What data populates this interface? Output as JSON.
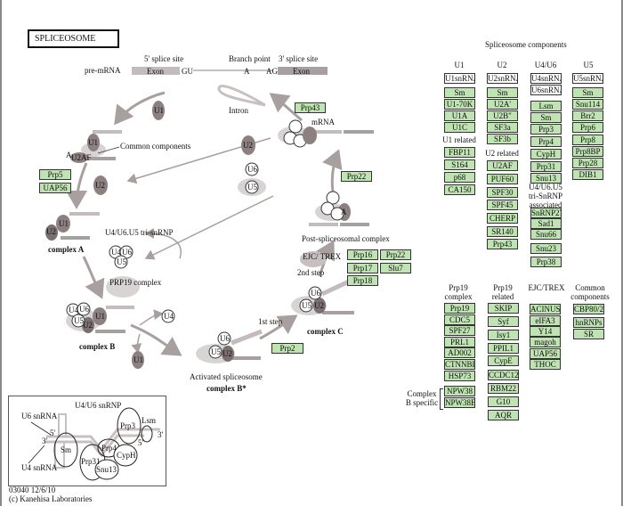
{
  "title": "SPLICEOSOME",
  "pre_mrna": {
    "label": "pre-mRNA",
    "five_prime_site": "5' splice site",
    "branch_point": "Branch point",
    "three_prime_site": "3' splice site",
    "exon1": "Exon",
    "exon2": "Exon",
    "gu": "GU",
    "a": "A",
    "ag": "AG"
  },
  "diagram": {
    "intron": "Intron",
    "mrna": "mRNA",
    "common_components": "Common components",
    "complex_a": "complex A",
    "complex_b": "complex B",
    "complex_c": "complex C",
    "complex_bstar": "complex B*",
    "activated": "Activated spliceosome",
    "tri_snrnp": "U4/U6.U5 tri-snRNP",
    "prp19_complex": "PRP19 complex",
    "post_spliceosomal": "Post-spliceosomal complex",
    "ejc_trex": "EJC/ TREX",
    "second_step": "2nd step",
    "first_step": "1st step",
    "snrnp": {
      "u1": "U1",
      "u2": "U2",
      "u4": "U4",
      "u5": "U5",
      "u6": "U6",
      "u2af": "U2AF",
      "a": "A"
    }
  },
  "diagram_genes": {
    "prp43": "Prp43",
    "prp22a": "Prp22",
    "prp5": "Prp5",
    "uap56": "UAP56",
    "prp16": "Prp16",
    "prp22b": "Prp22",
    "prp17": "Prp17",
    "slu7": "Slu7",
    "prp18": "Prp18",
    "prp2": "Prp2"
  },
  "components": {
    "title": "Spliceosome components",
    "u1": {
      "header": "U1",
      "rna": [
        "U1snRNA"
      ],
      "genes": [
        "Sm",
        "U1-70K",
        "U1A",
        "U1C"
      ],
      "related_label": "U1 related",
      "related": [
        "FBP11",
        "S164",
        "p68",
        "CA150"
      ]
    },
    "u2": {
      "header": "U2",
      "rna": [
        "U2snRNA"
      ],
      "genes": [
        "Sm",
        "U2A'",
        "U2B\"",
        "SF3a",
        "SF3b"
      ],
      "related_label": "U2 related",
      "related": [
        "U2AF",
        "PUF60",
        "SPF30",
        "SPF45",
        "CHERP",
        "SR140",
        "Prp43"
      ]
    },
    "u4u6": {
      "header": "U4/U6",
      "rna": [
        "U4snRNA",
        "U6snRNA"
      ],
      "genes": [
        "Lsm",
        "Sm",
        "Prp3",
        "Prp4",
        "CypH",
        "Prp31",
        "Snu13"
      ],
      "related_label": "U4/U6.U5 tri-SnRNP associated",
      "related": [
        "SnRNP27",
        "Sad1",
        "Snu66"
      ],
      "extra": [
        "Snu23",
        "Prp38"
      ]
    },
    "u5": {
      "header": "U5",
      "rna": [
        "U5snRNA"
      ],
      "genes": [
        "Sm",
        "Snu114",
        "Brr2",
        "Prp6",
        "Prp8",
        "Prp8BP",
        "Prp28",
        "DIB1"
      ]
    },
    "prp19": {
      "header": "Prp19 complex",
      "genes": [
        "Prp19",
        "CDC5",
        "SPF27",
        "PRL1",
        "AD002",
        "CTNNBL1",
        "HSP73"
      ],
      "specific_label": "Complex B specific",
      "specific": [
        "NPW38",
        "NPW38BP"
      ]
    },
    "prp19_related": {
      "header": "Prp19 related",
      "genes": [
        "SKIP",
        "Syf",
        "Isy1",
        "PPIL1",
        "CypE",
        "CCDC12",
        "RBM22",
        "G10",
        "AQR"
      ]
    },
    "ejc_trex": {
      "header": "EJC/TREX",
      "genes": [
        "ACINUS",
        "eIFA3",
        "Y14",
        "magoh",
        "UAP56",
        "THOC"
      ]
    },
    "common": {
      "header": "Common components",
      "genes": [
        "CBP80/20",
        "hnRNPs",
        "SR"
      ]
    }
  },
  "inset": {
    "title": "U4/U6 snRNP",
    "u6_snrna": "U6 snRNA",
    "u4_snrna": "U4 snRNA",
    "lsm": "Lsm",
    "sm": "Sm",
    "prp3": "Prp3",
    "prp4": "Prp4",
    "cyph": "CypH",
    "prp31": "Prp31",
    "snu13": "Snu13",
    "five_a": "5'",
    "three_a": "3'",
    "five_b": "5'",
    "three_b": "3'"
  },
  "footer": {
    "id_date": "03040 12/6/10",
    "copyright": "(c) Kanehisa Laboratories"
  },
  "colors": {
    "gene_box": "#bfe3b2",
    "snrnp_dark": "#8c8080",
    "snrnp_light": "#d9d4d4",
    "arrow": "#a89f9f"
  }
}
